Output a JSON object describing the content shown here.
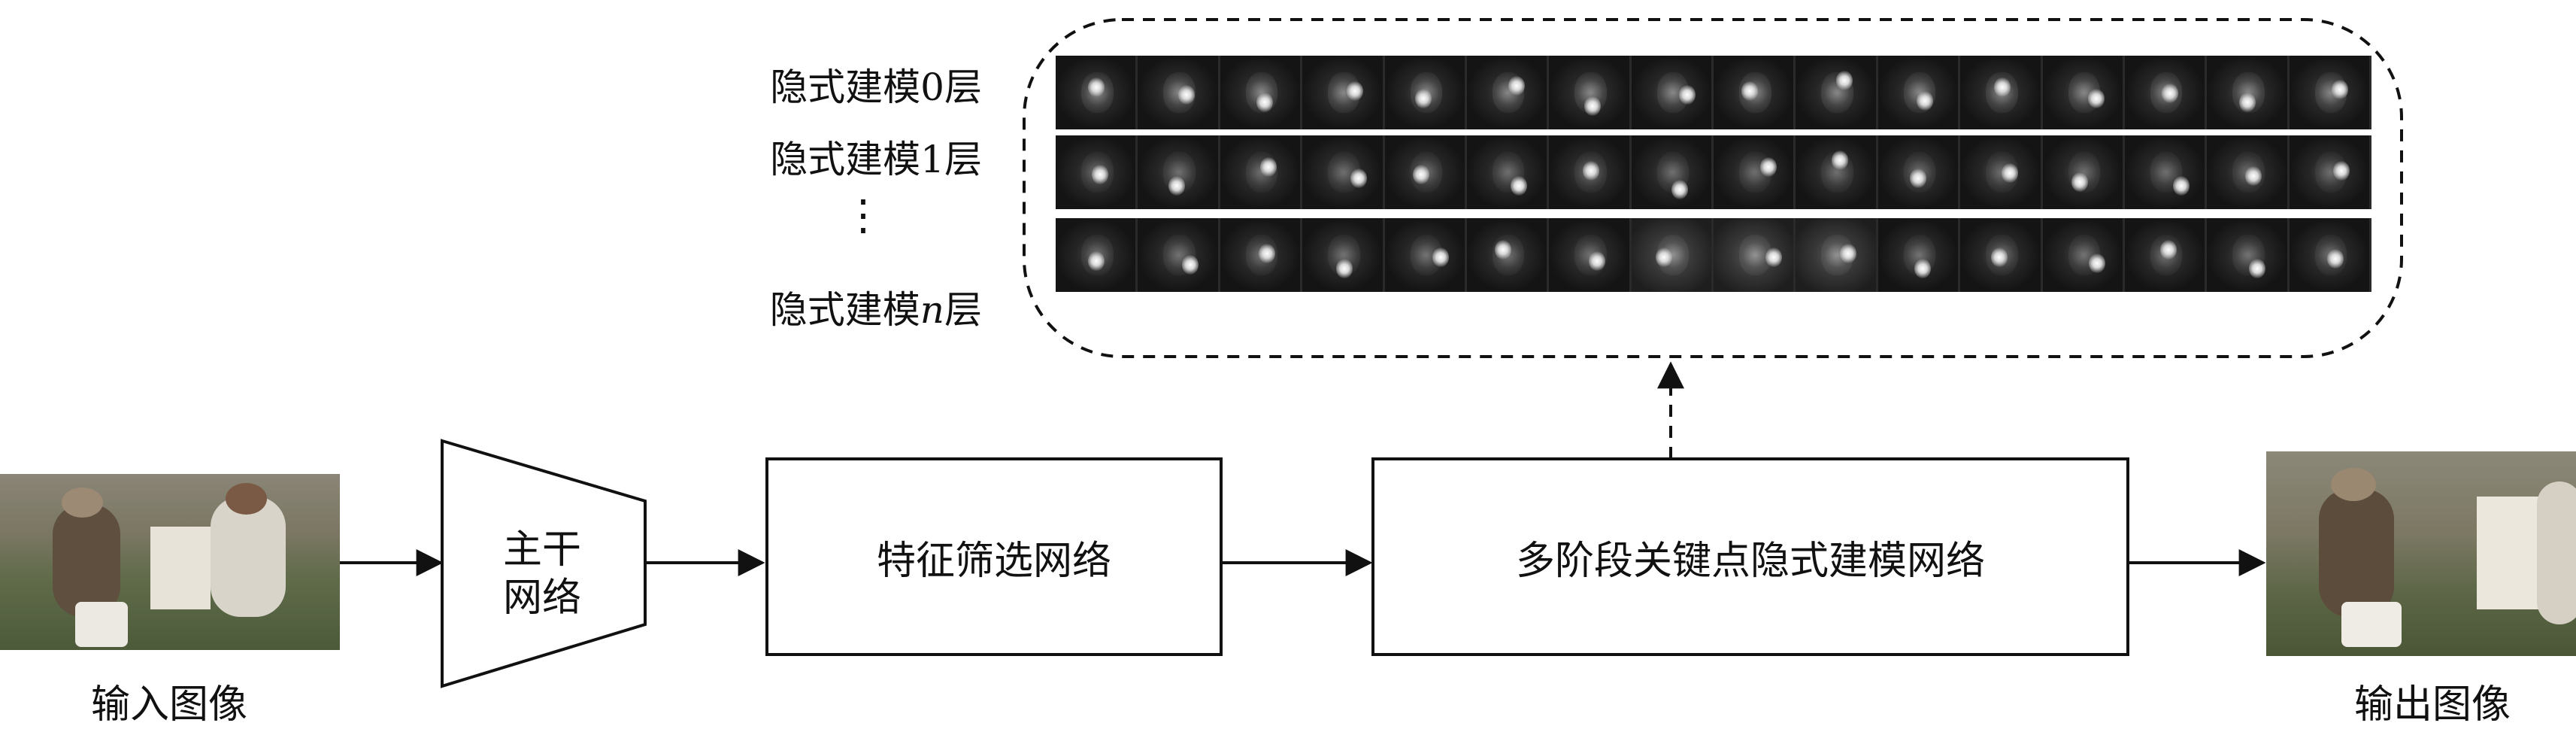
{
  "input_label": "输入图像",
  "output_label": "输出图像",
  "backbone_label_line1": "主干",
  "backbone_label_line2": "网络",
  "feature_filter_label": "特征筛选网络",
  "implicit_model_label": "多阶段关键点隐式建模网络",
  "layers": [
    {
      "label": "隐式建模0层"
    },
    {
      "label": "隐式建模1层"
    },
    {
      "label_prefix": "隐式建模",
      "label_var": "n",
      "label_suffix": "层"
    }
  ],
  "vertical_ellipsis": "⋮"
}
